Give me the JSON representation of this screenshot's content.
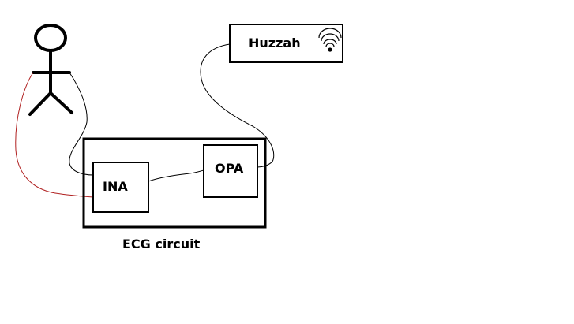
{
  "diagram": {
    "person": {
      "icon": "stick-figure-icon"
    },
    "wifi": {
      "icon": "wifi-icon"
    },
    "nodes": {
      "huzzah": {
        "label": "Huzzah"
      },
      "ina": {
        "label": "INA"
      },
      "opa": {
        "label": "OPA"
      },
      "ecg_circuit": {
        "label": "ECG circuit"
      }
    },
    "colors": {
      "stroke": "#000000",
      "electrode_wire": "#b02020",
      "background": "#ffffff"
    }
  }
}
